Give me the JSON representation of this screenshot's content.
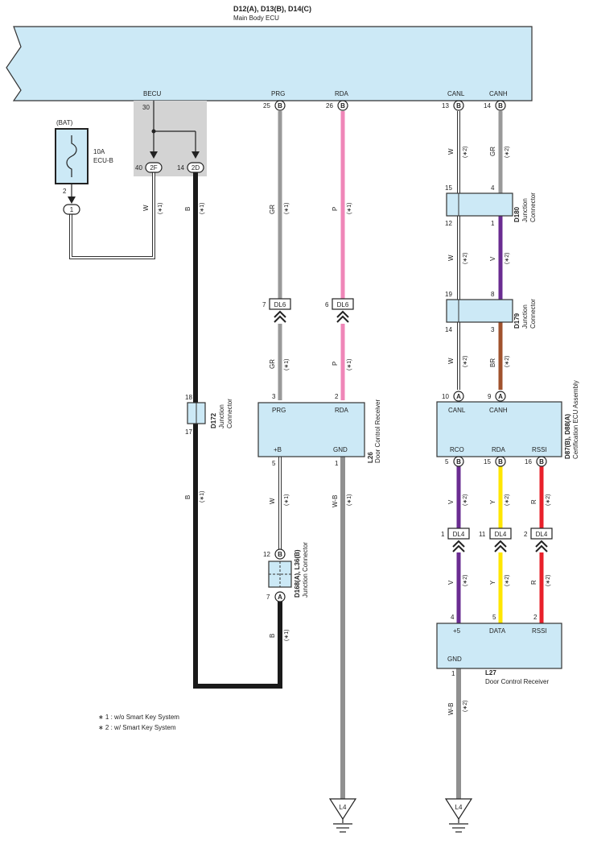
{
  "ecu": {
    "codes": "D12(A), D13(B), D14(C)",
    "name": "Main Body ECU"
  },
  "ecu_pins": {
    "becu": "BECU",
    "prg": "PRG",
    "rda": "RDA",
    "canl": "CANL",
    "canh": "CANH"
  },
  "pin_numbers": {
    "n30": "30",
    "n25": "25",
    "n26": "26",
    "n13": "13",
    "n14": "14",
    "n40": "40",
    "n14b": "14",
    "n2": "2",
    "n18": "18",
    "n17": "17",
    "n7": "7",
    "n6": "6",
    "n3": "3",
    "n2b": "2",
    "n5": "5",
    "n1": "1",
    "n12": "12",
    "n7b": "7",
    "n15": "15",
    "n4": "4",
    "n12b": "12",
    "n1b": "1",
    "n19": "19",
    "n8": "8",
    "n14c": "14",
    "n3b": "3",
    "n10": "10",
    "n9": "9",
    "n5b": "5",
    "n15b": "15",
    "n16": "16",
    "n1c": "1",
    "n11": "11",
    "n2c": "2",
    "n4b": "4",
    "n5c": "5",
    "n2d": "2",
    "n1d": "1"
  },
  "connector_ids": {
    "A": "A",
    "B": "B",
    "c2F": "2F",
    "c2D": "2D",
    "c1": "1",
    "DL6": "DL6",
    "DL4": "DL4",
    "L4": "L4"
  },
  "fuse": {
    "source": "(BAT)",
    "rating": "10A",
    "name": "ECU-B"
  },
  "wire_colors": {
    "W": "W",
    "B": "B",
    "GR": "GR",
    "P": "P",
    "V": "V",
    "BR": "BR",
    "Y": "Y",
    "R": "R",
    "WB": "W-B"
  },
  "notes_ref": {
    "n1": "(∗1)",
    "n2": "(∗2)"
  },
  "junctions": {
    "d172": {
      "code": "D172",
      "l1": "Junction",
      "l2": "Connector"
    },
    "d180": {
      "code": "D180",
      "l1": "Junction",
      "l2": "Connector"
    },
    "d179": {
      "code": "D179",
      "l1": "Junction",
      "l2": "Connector"
    },
    "d168": {
      "code": "D168(A), L36(B)",
      "l1": "Junction Connector"
    }
  },
  "l26": {
    "code": "L26",
    "name": "Door Control Receiver",
    "prg": "PRG",
    "rda": "RDA",
    "b": "+B",
    "gnd": "GND"
  },
  "d87": {
    "code": "D87(B), D88(A)",
    "name": "Certification ECU Assembly",
    "canl": "CANL",
    "canh": "CANH",
    "rco": "RCO",
    "rda": "RDA",
    "rssi": "RSSI"
  },
  "l27": {
    "code": "L27",
    "name": "Door Control Receiver",
    "p5": "+5",
    "data": "DATA",
    "rssi": "RSSI",
    "gnd": "GND"
  },
  "notes": {
    "line1": "∗ 1 : w/o Smart Key System",
    "line2": "∗ 2 : w/ Smart Key System"
  },
  "colors": {
    "gray": "#999999",
    "pink": "#ef86b8",
    "violet": "#6a2c91",
    "brown": "#a0522d",
    "yellow": "#ffe600",
    "red": "#e8202a",
    "black": "#1a1a1a",
    "body": "#cce9f6",
    "shade": "#d3d3d3"
  }
}
